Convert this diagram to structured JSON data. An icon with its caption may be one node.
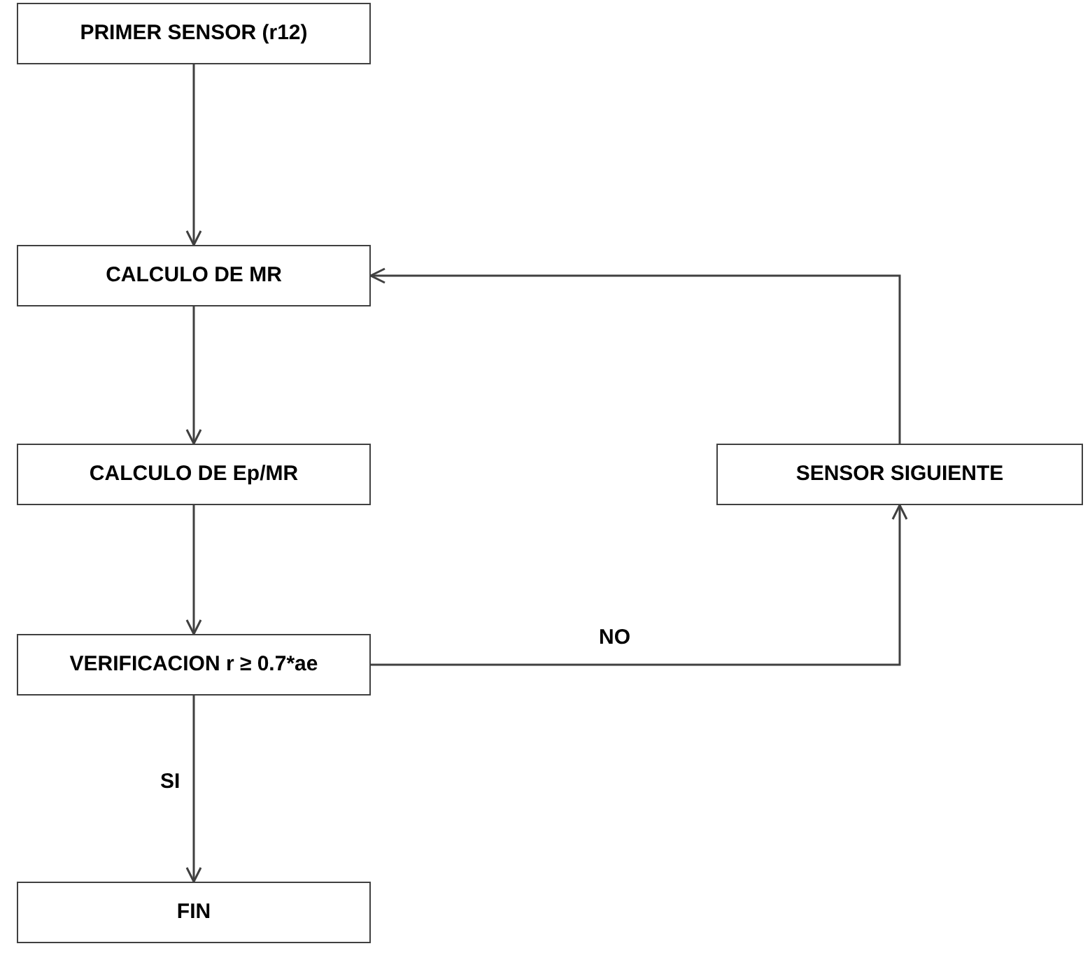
{
  "diagram": {
    "nodes": [
      {
        "text": [
          "PRIMER SENSOR (r12)"
        ]
      },
      {
        "text": [
          "CALCULO  DE MR"
        ]
      },
      {
        "text": [
          "CALCULO DE Ep/MR"
        ]
      },
      {
        "text": [
          "VERIFICACION r ≥ 0.7*ae"
        ]
      },
      {
        "text": [
          "FIN"
        ]
      },
      {
        "text": [
          "SENSOR SIGUIENTE"
        ]
      }
    ],
    "edges": [
      {
        "from": 0,
        "to": 1,
        "arrow": "to"
      },
      {
        "from": 1,
        "to": 2,
        "arrow": "to"
      },
      {
        "from": 2,
        "to": 3,
        "arrow": "to"
      },
      {
        "from": 3,
        "to": 4,
        "arrow": "to",
        "label": "SI"
      },
      {
        "from": 3,
        "to": 5,
        "arrow": "to",
        "label": "NO"
      },
      {
        "from": 5,
        "to": 1,
        "arrow": "to"
      }
    ]
  }
}
